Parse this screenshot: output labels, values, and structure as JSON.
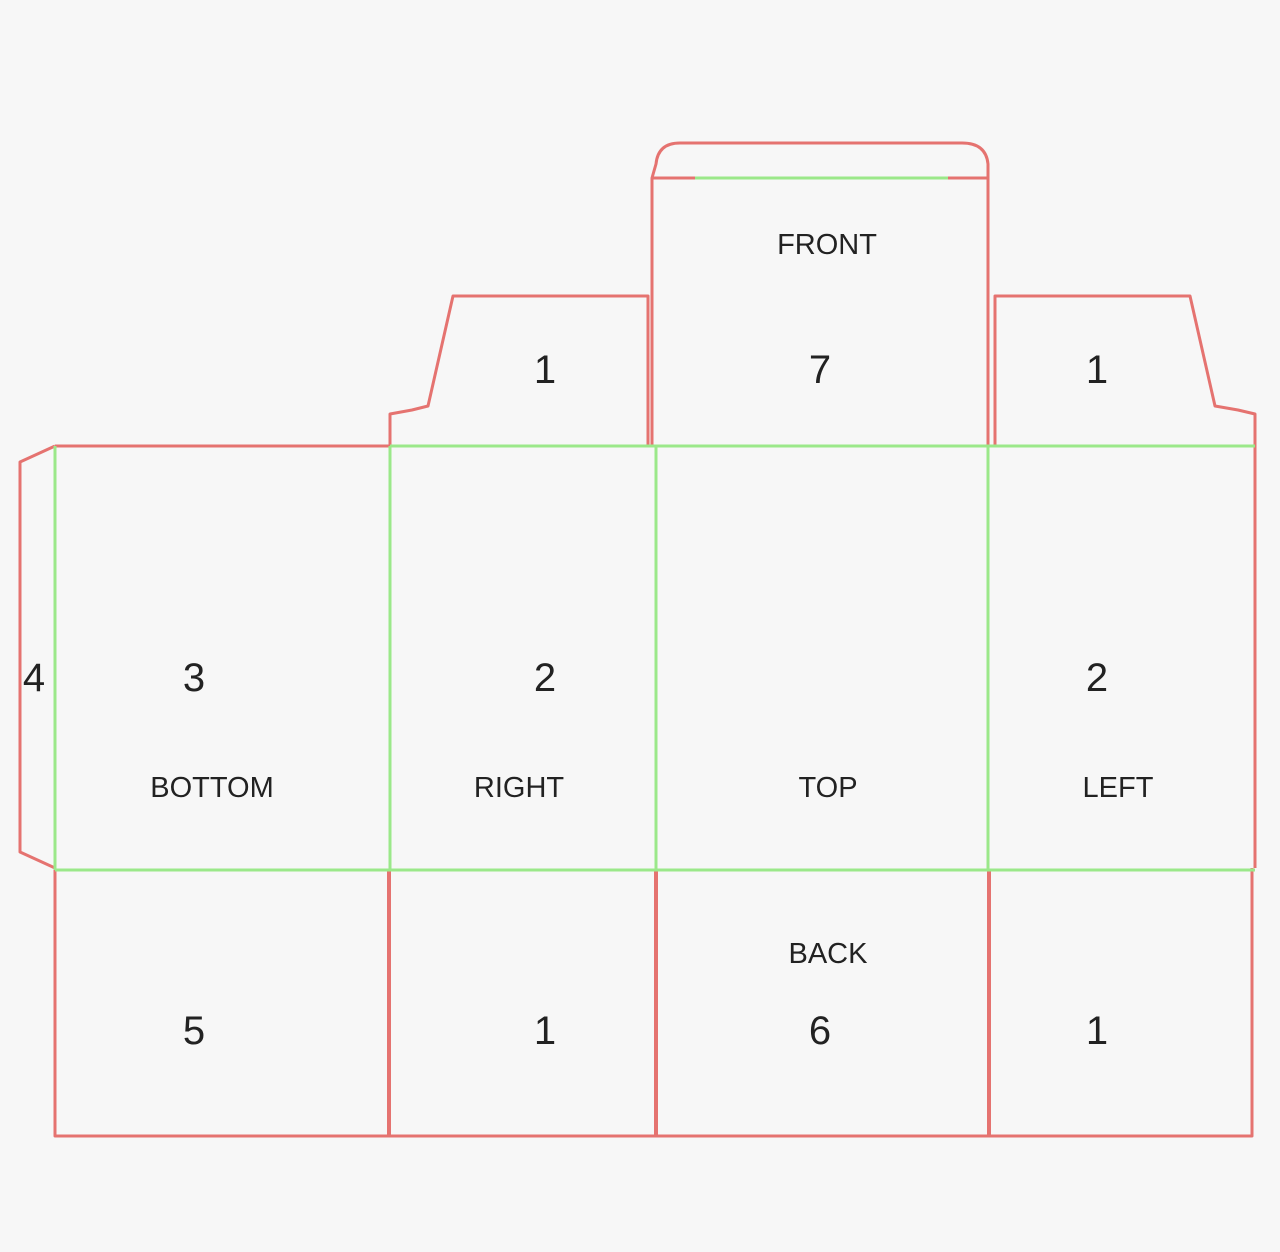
{
  "panels": {
    "front": {
      "name": "FRONT",
      "number": "7"
    },
    "top": {
      "name": "TOP",
      "number": ""
    },
    "bottom": {
      "name": "BOTTOM",
      "number": "3"
    },
    "right": {
      "name": "RIGHT",
      "number": "2"
    },
    "left": {
      "name": "LEFT",
      "number": "2"
    },
    "back": {
      "name": "BACK",
      "number": "6"
    }
  },
  "flaps": {
    "glue_flap": {
      "number": "4"
    },
    "right_top_flap": {
      "number": "1"
    },
    "left_top_flap": {
      "number": "1"
    },
    "bottom_lower_flap": {
      "number": "5"
    },
    "right_lower_flap": {
      "number": "1"
    },
    "left_lower_flap": {
      "number": "1"
    }
  },
  "colors": {
    "background": "#f7f7f7",
    "cut_line": "#e57370",
    "fold_line": "#9be88a",
    "text": "#222222"
  }
}
